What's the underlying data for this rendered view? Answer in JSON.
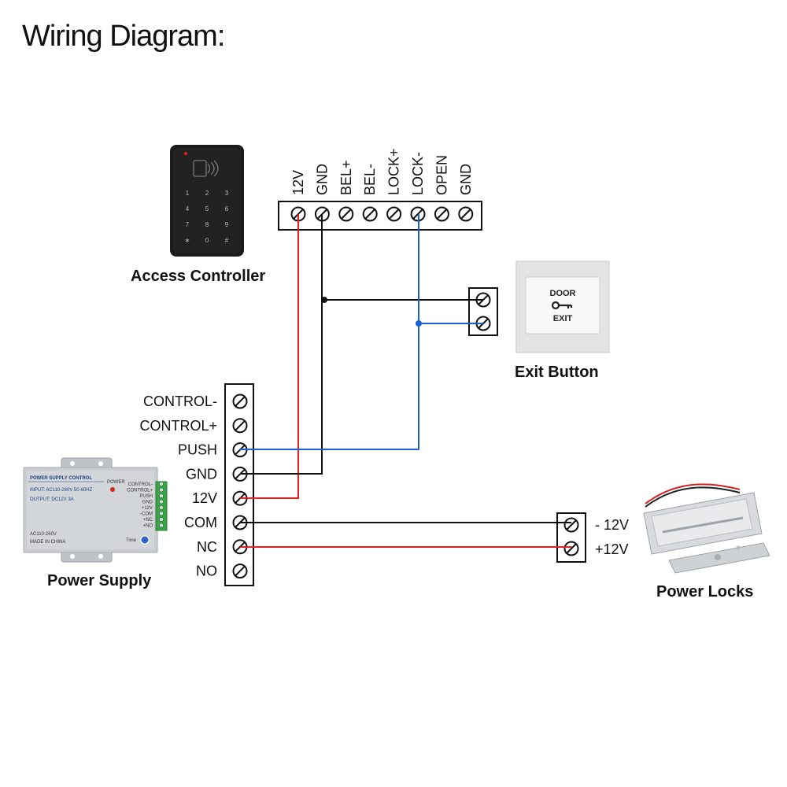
{
  "title": "Wiring Diagram:",
  "components": {
    "access_controller": {
      "label": "Access Controller",
      "terminals": [
        "12V",
        "GND",
        "BEL+",
        "BEL-",
        "LOCK+",
        "LOCK-",
        "OPEN",
        "GND"
      ],
      "keypad_keys": [
        "1",
        "2",
        "3",
        "4",
        "5",
        "6",
        "7",
        "8",
        "9",
        "∗",
        "0",
        "#"
      ]
    },
    "exit_button": {
      "label": "Exit Button",
      "face_text_top": "DOOR",
      "face_text_bottom": "EXIT",
      "icon": "key-icon"
    },
    "power_supply": {
      "label": "Power Supply",
      "terminals": [
        "CONTROL-",
        "CONTROL+",
        "PUSH",
        "GND",
        "12V",
        "COM",
        "NC",
        "NO"
      ],
      "device_title": "POWER SUPPLY CONTROL",
      "device_input": "INPUT: AC110-260V 50-60HZ",
      "device_output": "OUTPUT: DC12V  3A",
      "device_model": "AC110-260V",
      "device_origin": "MADE IN CHINA",
      "device_power": "POWER",
      "device_time": "Time",
      "device_side_labels": [
        "CONTROL-",
        "CONTROL+",
        "PUSH",
        "GND",
        "+12V",
        "-COM",
        "+NC",
        "+NO"
      ]
    },
    "power_locks": {
      "label": "Power Locks",
      "terminals": [
        "- 12V",
        "+12V"
      ]
    }
  },
  "colors": {
    "red_wire": "#e02020",
    "black_wire": "#111111",
    "blue_wire": "#1a5fd6",
    "keypad_body": "#1b1b1b",
    "psu_body": "#c9ccd0"
  }
}
